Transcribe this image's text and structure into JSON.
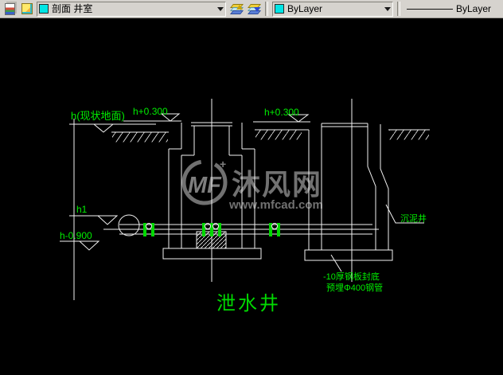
{
  "toolbar": {
    "layer_combo": {
      "value": "剖面 井室"
    },
    "color_combo": {
      "value": "ByLayer"
    },
    "linetype_combo": {
      "value": "ByLayer"
    },
    "swatch_color": "#00e5e5"
  },
  "drawing": {
    "labels": {
      "ground_marker": "h(现状地面)",
      "level_plus300_left": "h+0.300",
      "level_plus300_right": "h+0.300",
      "level_h1": "h1",
      "level_minus900": "h-0.900",
      "silt_well": "沉泥井",
      "note_line1": "-10厚钢板封底",
      "note_line2": "预埋Φ400钢管",
      "title": "泄水井"
    },
    "colors": {
      "line": "#f2f2f2",
      "annotation": "#00ee00",
      "flange": "#00d900",
      "watermark": "#8a8a8a",
      "background": "#000000"
    }
  },
  "watermark": {
    "logo": "MF",
    "plus": "+",
    "name": "沐风网",
    "url": "www.mfcad.com"
  }
}
